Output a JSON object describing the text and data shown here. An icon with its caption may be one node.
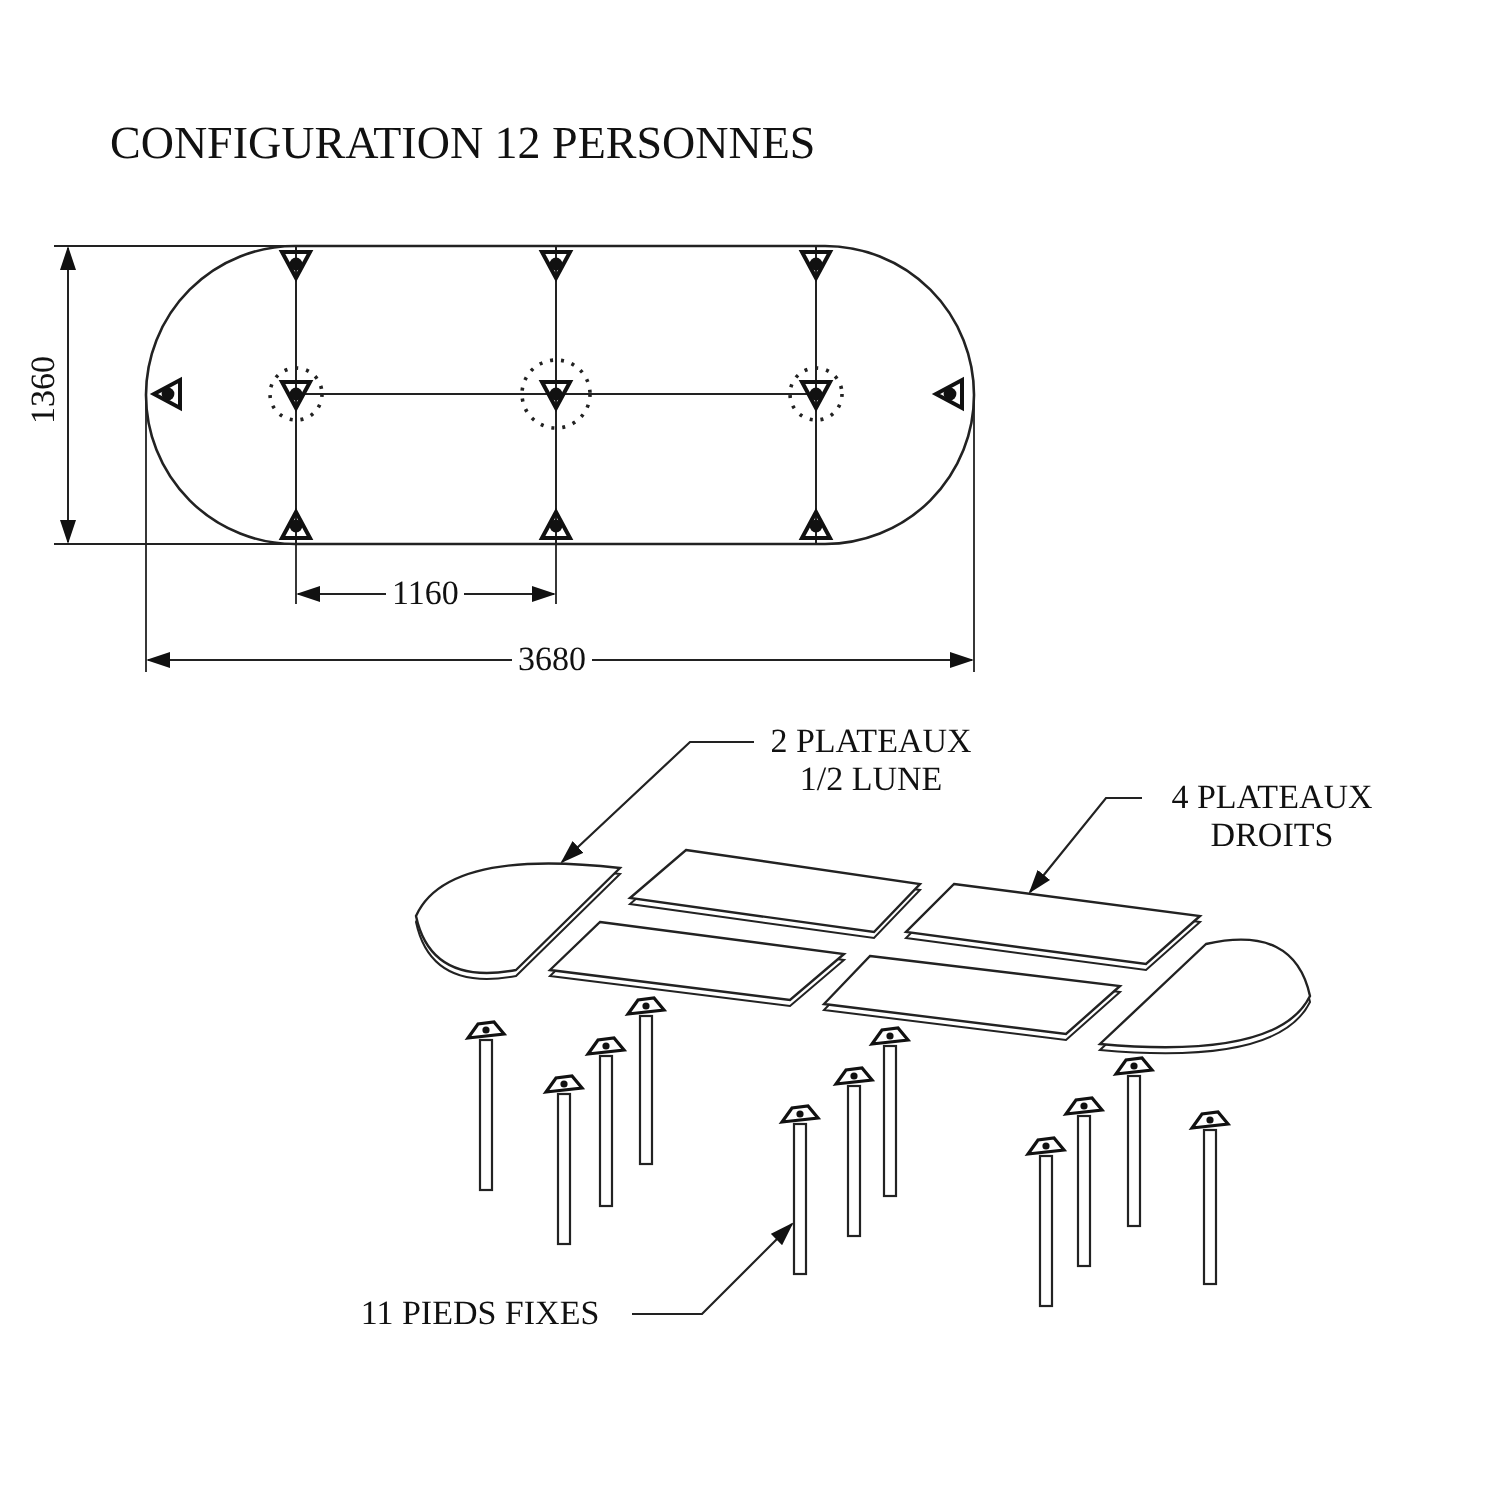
{
  "diagram": {
    "title": "CONFIGURATION 12 PERSONNES",
    "nodes": [
      {
        "text": [
          "2 PLATEAUX 1/2 LUNE"
        ]
      },
      {
        "text": [
          "4 PLATEAUX DROITS"
        ]
      },
      {
        "text": [],
        "shape": "picture"
      },
      {
        "text": [],
        "shape": "picture"
      },
      {
        "text": [],
        "shape": "picture"
      },
      {
        "text": [],
        "shape": "picture"
      },
      {
        "text": [],
        "shape": "picture"
      },
      {
        "text": [],
        "shape": "picture"
      },
      {
        "text": [
          "11 PIEDS FIXES"
        ]
      },
      {
        "text": [],
        "shape": "picture"
      },
      {
        "text": [],
        "shape": "picture"
      },
      {
        "text": [],
        "shape": "picture"
      },
      {
        "text": [],
        "shape": "picture"
      },
      {
        "text": [],
        "shape": "picture"
      },
      {
        "text": [],
        "shape": "picture"
      },
      {
        "text": [],
        "shape": "picture"
      },
      {
        "text": [],
        "shape": "picture"
      },
      {
        "text": [],
        "shape": "picture"
      },
      {
        "text": [],
        "shape": "picture"
      },
      {
        "text": [],
        "shape": "picture"
      }
    ],
    "edges": [
      {
        "from": 0,
        "to": 2,
        "arrow": "to"
      },
      {
        "from": 1,
        "to": 6,
        "arrow": "to"
      },
      {
        "from": 8,
        "to": 13,
        "arrow": "to"
      }
    ],
    "labels": [
      "1360",
      "1160",
      "3680"
    ]
  }
}
